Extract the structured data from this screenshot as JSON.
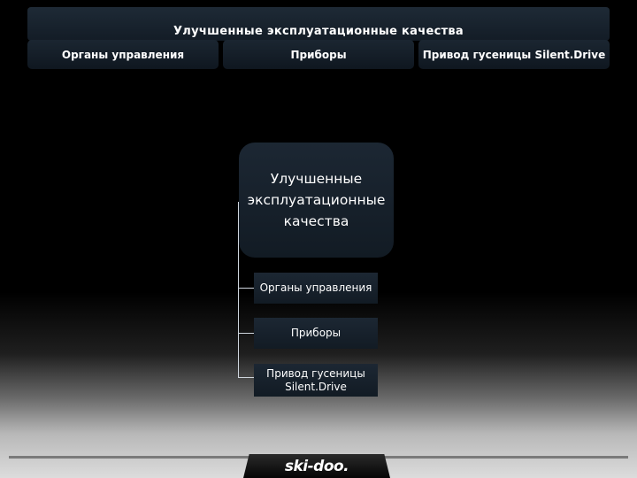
{
  "header": {
    "title": "Улучшенные эксплуатационные качества",
    "tabs": [
      {
        "label": "Органы управления"
      },
      {
        "label": "Приборы"
      },
      {
        "label": "Привод гусеницы Silent.Drive"
      }
    ]
  },
  "diagram": {
    "root": {
      "label": "Улучшенные эксплуатационные качества"
    },
    "children": [
      {
        "label": "Органы управления"
      },
      {
        "label": "Приборы"
      },
      {
        "label": "Привод гусеницы Silent.Drive"
      }
    ]
  },
  "footer": {
    "logo_text": "ski-doo."
  },
  "colors": {
    "panel": "#16202b",
    "connector": "#cfd6de",
    "background_top": "#000000",
    "background_bottom": "#dcdcdc"
  }
}
